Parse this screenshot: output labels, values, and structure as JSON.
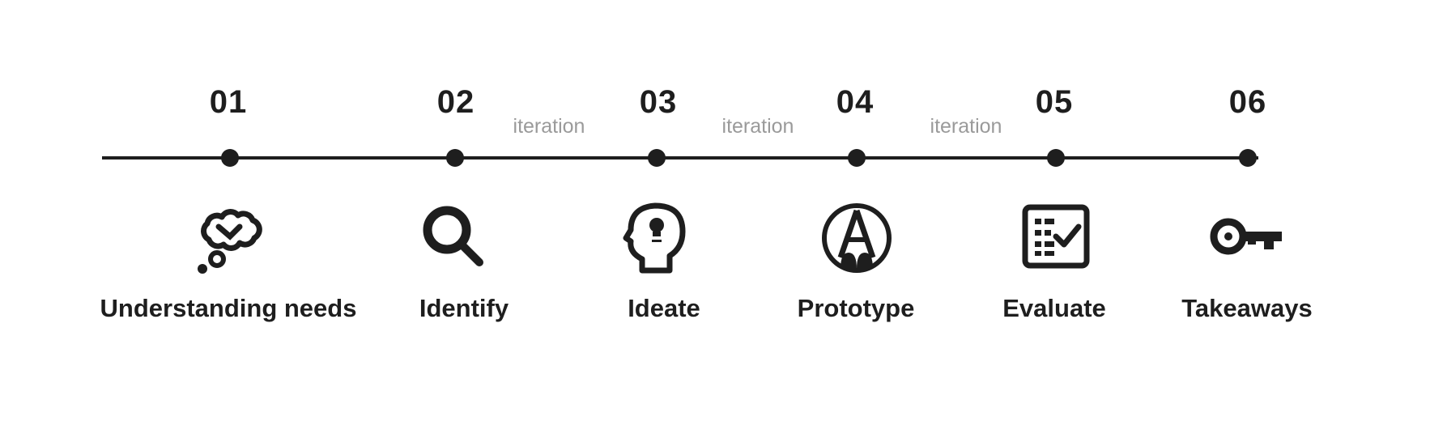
{
  "steps": [
    {
      "number": "01",
      "label": "Understanding needs",
      "icon": "thought-bubble-icon"
    },
    {
      "number": "02",
      "label": "Identify",
      "icon": "magnifier-icon"
    },
    {
      "number": "03",
      "label": "Ideate",
      "icon": "head-lightbulb-icon"
    },
    {
      "number": "04",
      "label": "Prototype",
      "icon": "pencil-circle-icon"
    },
    {
      "number": "05",
      "label": "Evaluate",
      "icon": "checklist-icon"
    },
    {
      "number": "06",
      "label": "Takeaways",
      "icon": "key-icon"
    }
  ],
  "iterations": [
    "iteration",
    "iteration",
    "iteration"
  ],
  "colors": {
    "ink": "#1e1e1e",
    "muted": "#9a9a9a",
    "background": "#ffffff"
  }
}
